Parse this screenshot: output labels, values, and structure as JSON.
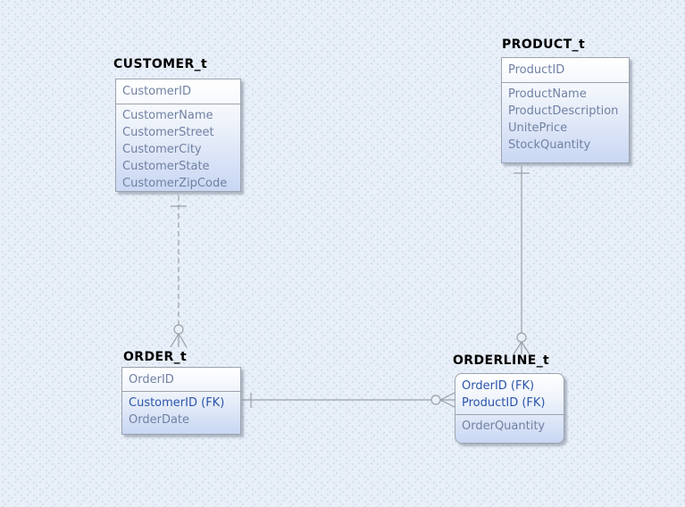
{
  "diagram": {
    "type": "er-diagram",
    "entities": [
      {
        "title": "CUSTOMER_t",
        "shape": "rectangle",
        "key_rows": [
          {
            "text": "CustomerID",
            "fk": false
          }
        ],
        "body_rows": [
          {
            "text": "CustomerName",
            "fk": false
          },
          {
            "text": "CustomerStreet",
            "fk": false
          },
          {
            "text": "CustomerCity",
            "fk": false
          },
          {
            "text": "CustomerState",
            "fk": false
          },
          {
            "text": "CustomerZipCode",
            "fk": false
          }
        ]
      },
      {
        "title": "PRODUCT_t",
        "shape": "rectangle",
        "key_rows": [
          {
            "text": "ProductID",
            "fk": false
          }
        ],
        "body_rows": [
          {
            "text": "ProductName",
            "fk": false
          },
          {
            "text": "ProductDescription",
            "fk": false
          },
          {
            "text": "UnitePrice",
            "fk": false
          },
          {
            "text": "StockQuantity",
            "fk": false
          }
        ]
      },
      {
        "title": "ORDER_t",
        "shape": "rectangle",
        "key_rows": [
          {
            "text": "OrderID",
            "fk": false
          }
        ],
        "body_rows": [
          {
            "text": "CustomerID (FK)",
            "fk": true
          },
          {
            "text": "OrderDate",
            "fk": false
          }
        ]
      },
      {
        "title": "ORDERLINE_t",
        "shape": "rounded-rectangle",
        "key_rows": [
          {
            "text": "OrderID (FK)",
            "fk": true
          },
          {
            "text": "ProductID (FK)",
            "fk": true
          }
        ],
        "body_rows": [
          {
            "text": "OrderQuantity",
            "fk": false
          }
        ]
      }
    ],
    "relationships": [
      {
        "from": "CUSTOMER_t",
        "to": "ORDER_t",
        "line_style": "dashed",
        "from_cardinality": "one",
        "to_cardinality": "zero-or-many"
      },
      {
        "from": "PRODUCT_t",
        "to": "ORDERLINE_t",
        "line_style": "solid",
        "from_cardinality": "one",
        "to_cardinality": "zero-or-many"
      },
      {
        "from": "ORDER_t",
        "to": "ORDERLINE_t",
        "line_style": "solid",
        "from_cardinality": "one",
        "to_cardinality": "zero-or-many"
      }
    ],
    "colors": {
      "background": "#e9eff8",
      "pattern_dot": "#d3dfef",
      "entity_border": "#9ca3ad",
      "entity_gradient_top": "#ffffff",
      "entity_gradient_bottom": "#c9d7f3",
      "attribute_text": "#7081a3",
      "fk_text": "#2b55ab",
      "title_text": "#000000",
      "connector": "#9aa0a6"
    }
  }
}
